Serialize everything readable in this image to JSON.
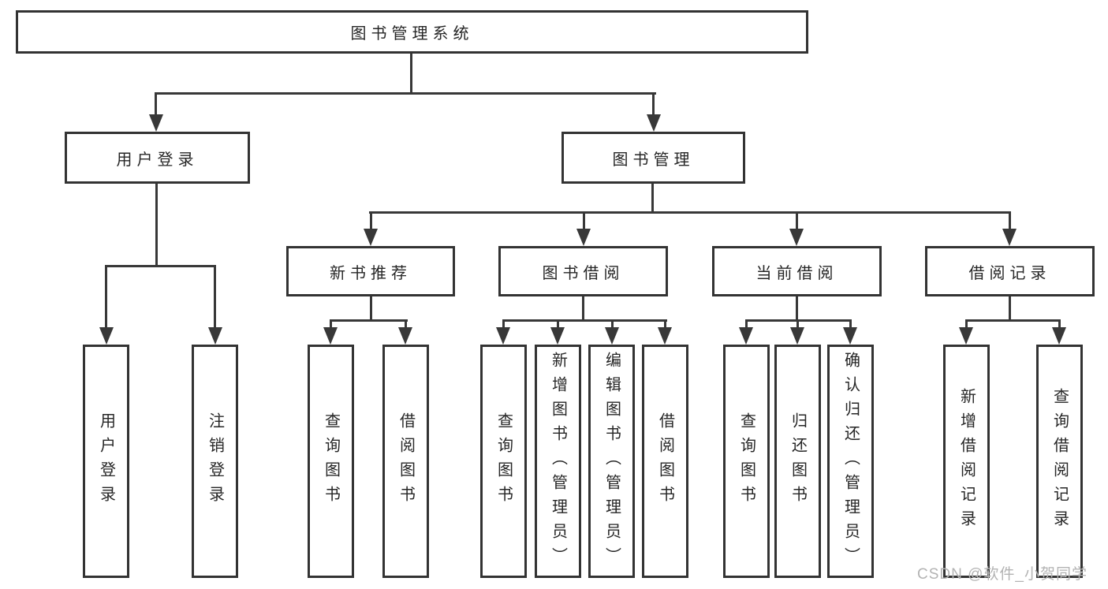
{
  "tree": {
    "root": {
      "label": "图书管理系统"
    },
    "branches": [
      {
        "label": "用户登录",
        "children": [
          {
            "label": "用户登录"
          },
          {
            "label": "注销登录"
          }
        ]
      },
      {
        "label": "图书管理",
        "children": [
          {
            "label": "新书推荐",
            "children": [
              {
                "label": "查询图书"
              },
              {
                "label": "借阅图书"
              }
            ]
          },
          {
            "label": "图书借阅",
            "children": [
              {
                "label": "查询图书"
              },
              {
                "label": "新增图书（管理员）"
              },
              {
                "label": "编辑图书（管理员）"
              },
              {
                "label": "借阅图书"
              }
            ]
          },
          {
            "label": "当前借阅",
            "children": [
              {
                "label": "查询图书"
              },
              {
                "label": "归还图书"
              },
              {
                "label": "确认归还（管理员）"
              }
            ]
          },
          {
            "label": "借阅记录",
            "children": [
              {
                "label": "新增借阅记录"
              },
              {
                "label": "查询借阅记录"
              }
            ]
          }
        ]
      }
    ]
  },
  "watermark": {
    "text": "CSDN @软件_小贺同学"
  },
  "colors": {
    "line": "#383838",
    "box_border": "#333333",
    "box_fill": "#ffffff",
    "text": "#262626",
    "background": "#ffffff",
    "watermark": "#b3b3b3"
  }
}
